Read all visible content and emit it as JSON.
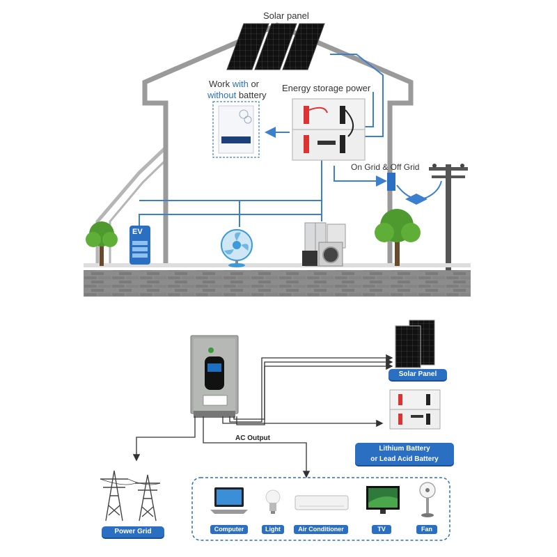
{
  "top_diagram": {
    "solar_panel_label": "Solar panel",
    "work_line1_a": "Work ",
    "work_line1_b": "with",
    "work_line1_c": " or",
    "work_line2_a": "without",
    "work_line2_b": " battery",
    "energy_storage_label": "Energy storage power",
    "grid_label": "On Grid & Off Grid",
    "ev_label": "EV"
  },
  "bottom_diagram": {
    "solar_panel_label": "Solar Panel",
    "battery_label_line1": "Lithium Battery",
    "battery_label_line2": "or Lead Acid Battery",
    "ac_output_label": "AC Output",
    "power_grid_label": "Power Grid",
    "appliances": [
      "Computer",
      "Light",
      "Air Conditioner",
      "TV",
      "Fan"
    ]
  },
  "colors": {
    "accent_blue": "#2a6fc1",
    "wire_blue": "#3b7fcf",
    "house_gray": "#9a9a9a",
    "ground_gray": "#8a8a8a"
  }
}
